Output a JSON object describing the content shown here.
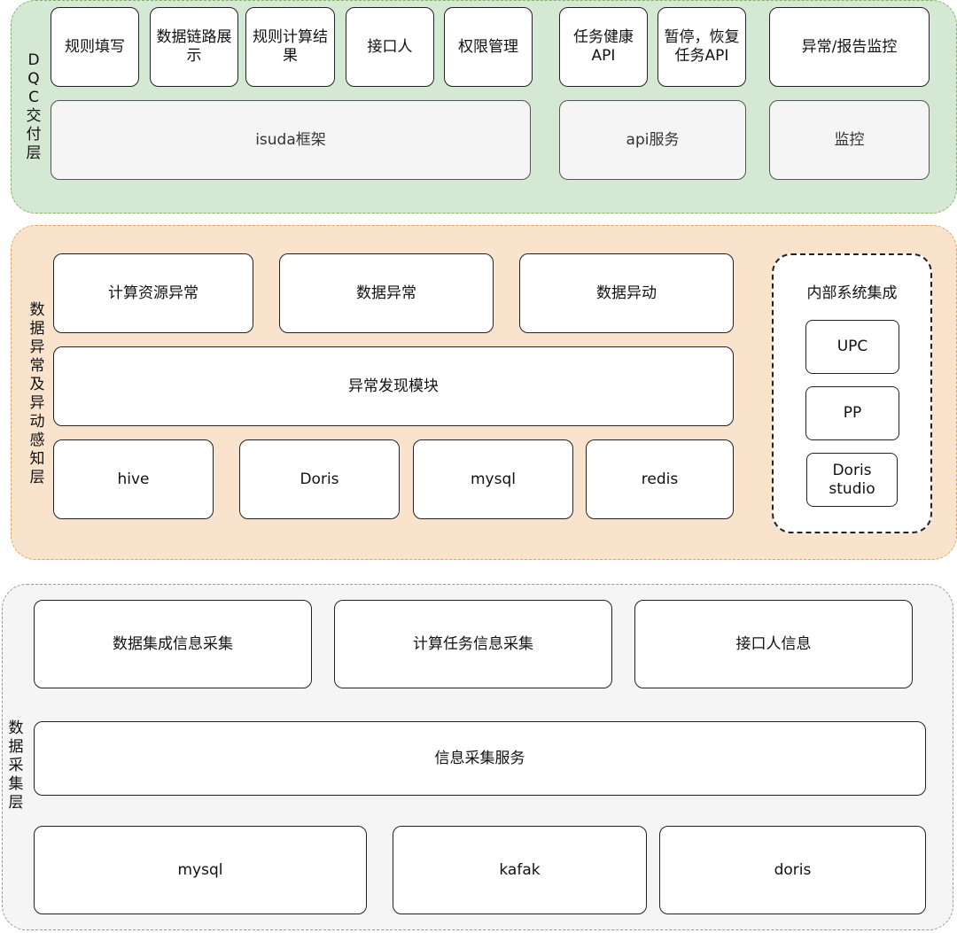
{
  "layers": {
    "dqc": {
      "label": "DQC交付层",
      "boxes": {
        "rule_fill": "规则填写",
        "lineage": "数据链路展示",
        "rule_result": "规则计算结果",
        "contact": "接口人",
        "permission": "权限管理",
        "task_health_api": "任务健康API",
        "pause_resume_api": "暂停，恢复任务API",
        "anomaly_report_monitor": "异常/报告监控",
        "isuda": "isuda框架",
        "api_service": "api服务",
        "monitor": "监控"
      }
    },
    "anomaly": {
      "label": "数据异常及异动感知层",
      "boxes": {
        "compute_resource_anomaly": "计算资源异常",
        "data_anomaly": "数据异常",
        "data_change": "数据异动",
        "detection_module": "异常发现模块",
        "hive": "hive",
        "doris": "Doris",
        "mysql": "mysql",
        "redis": "redis"
      },
      "internal_group": {
        "title": "内部系统集成",
        "items": [
          "UPC",
          "PP",
          "Doris studio"
        ]
      }
    },
    "collect": {
      "label": "数据采集层",
      "boxes": {
        "integration_info": "数据集成信息采集",
        "compute_task_info": "计算任务信息采集",
        "contact_info": "接口人信息",
        "collect_service": "信息采集服务",
        "mysql": "mysql",
        "kafak": "kafak",
        "doris": "doris"
      }
    }
  },
  "colors": {
    "dqc_fill": "#d5e8d4",
    "dqc_border": "#82b366",
    "anomaly_fill": "#fae3cd",
    "anomaly_border": "#e3a35c",
    "collect_fill": "#f5f5f5",
    "collect_border": "#999999"
  }
}
